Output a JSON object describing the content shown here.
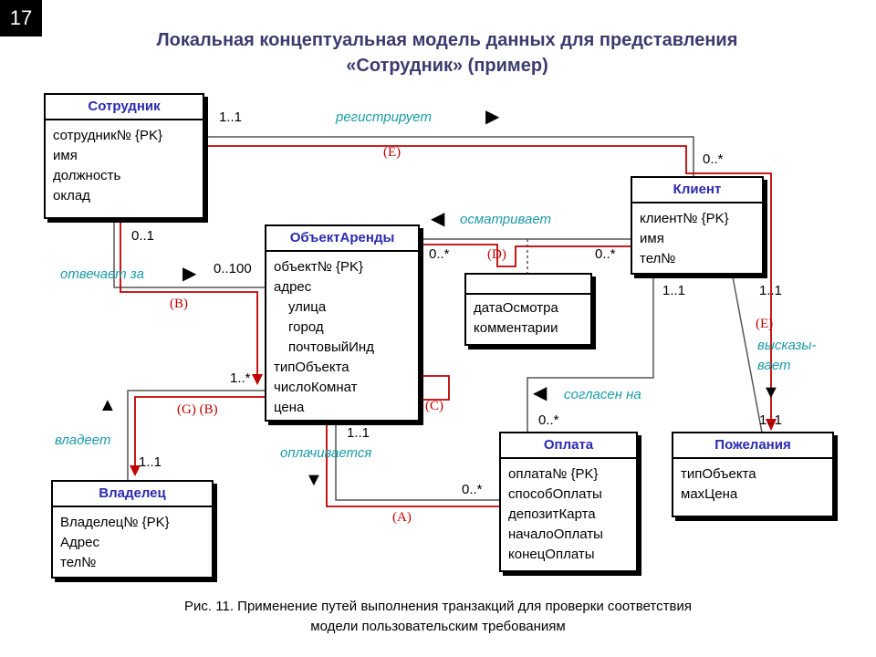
{
  "slide_number": "17",
  "title": {
    "line1": "Локальная концептуальная модель данных для представления",
    "line2": "«Сотрудник» (пример)"
  },
  "entities": {
    "employee": {
      "name": "Сотрудник",
      "attrs": [
        "сотрудник№ {PK}",
        "имя",
        "должность",
        "оклад"
      ]
    },
    "client": {
      "name": "Клиент",
      "attrs": [
        "клиент№ {PK}",
        "имя",
        "тел№"
      ]
    },
    "property": {
      "name": "ОбъектАренды",
      "attrs": [
        "объект№ {PK}",
        "адрес",
        "улица",
        "город",
        "почтовыйИнд",
        "типОбъекта",
        "числоКомнат",
        "цена"
      ]
    },
    "viewing": {
      "name": "",
      "attrs": [
        "датаОсмотра",
        "комментарии"
      ]
    },
    "owner": {
      "name": "Владелец",
      "attrs": [
        "Владелец№ {PK}",
        "Адрес",
        "тел№"
      ]
    },
    "payment": {
      "name": "Оплата",
      "attrs": [
        "оплата№ {PK}",
        "способОплаты",
        "депозитКарта",
        "началоОплаты",
        "конецОплаты"
      ]
    },
    "wishes": {
      "name": "Пожелания",
      "attrs": [
        "типОбъекта",
        "махЦена"
      ]
    }
  },
  "relationships": {
    "registers": "регистрирует",
    "views": "осматривает",
    "responsible": "отвечает за",
    "owns": "владеет",
    "agreed": "согласен на",
    "paid": "оплачивается",
    "expresses_1": "высказы-",
    "expresses_2": "вает"
  },
  "multiplicities": {
    "emp_reg": "1..1",
    "cli_reg": "0..*",
    "emp_resp": "0..1",
    "prop_resp": "0..100",
    "prop_view": "0..*",
    "cli_view": "0..*",
    "cli_agree": "1..1",
    "cli_express": "1..1",
    "prop_own": "1..*",
    "owner_own": "1..1",
    "prop_pay": "1..1",
    "pay_agree": "0..*",
    "pay_paid": "0..*",
    "wish_express": "1..1"
  },
  "path_labels": {
    "e1": "(E)",
    "d": "(D)",
    "b": "(B)",
    "e2": "(E)",
    "gb": "(G) (B)",
    "c": "(C)",
    "a": "(A)"
  },
  "arrows": {
    "right": "▶",
    "left": "◀",
    "up": "▲",
    "down": "▼"
  },
  "caption": {
    "line1": "Рис. 11. Применение путей выполнения транзакций для проверки соответствия",
    "line2": "модели пользовательским требованиям"
  },
  "colors": {
    "title": "#3b3b6e",
    "entity_header": "#2a2ab0",
    "relationship": "#1a9aa8",
    "path": "#c00000"
  }
}
